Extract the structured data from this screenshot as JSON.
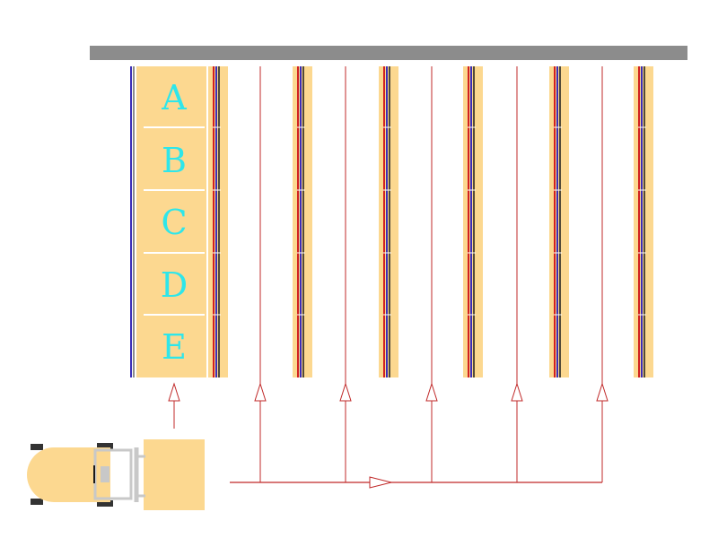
{
  "colors": {
    "background": "#ffffff",
    "ceiling": "#8c8c8c",
    "rack_fill": "#fcd890",
    "rail_blue": "#3a2db8",
    "rail_red": "#d02020",
    "rail_dark": "#1a1a1a",
    "arrow": "#c02828",
    "label": "#2ee6ea",
    "divider": "#ffffff",
    "forklift_body": "#fcd890",
    "forklift_mast": "#c8c8c8",
    "tire": "#333333"
  },
  "slot_labels": [
    "A",
    "B",
    "C",
    "D",
    "E"
  ],
  "icons": [
    "forklift-icon",
    "pallet-icon",
    "arrow-up-icon",
    "arrow-right-icon"
  ]
}
